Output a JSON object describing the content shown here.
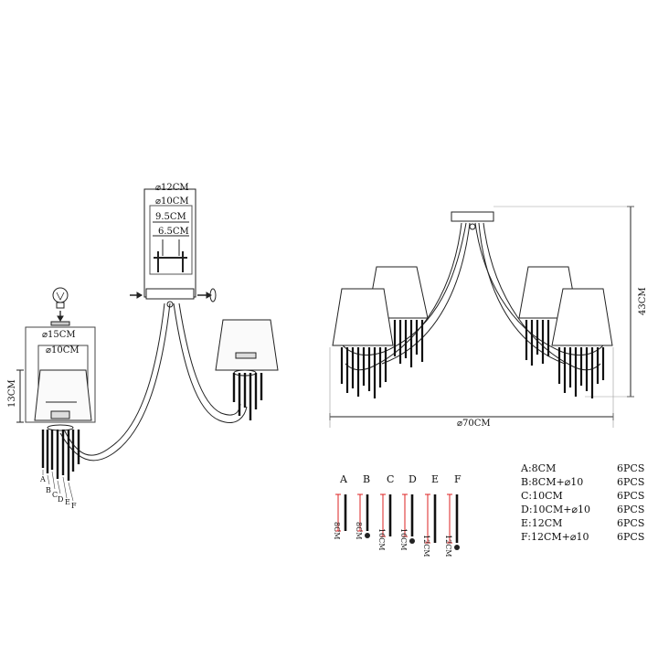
{
  "side_view": {
    "canopy_dims": [
      "⌀12CM",
      "⌀10CM",
      "9.5CM",
      "6.5CM"
    ],
    "shade_dims": [
      "⌀15CM",
      "⌀10CM"
    ],
    "shade_height": "13CM",
    "drop_letters": [
      "A",
      "B",
      "C",
      "D",
      "E",
      "F"
    ]
  },
  "front_view": {
    "width": "⌀70CM",
    "height": "43CM"
  },
  "crystals": [
    {
      "letter": "A",
      "size": "8CM"
    },
    {
      "letter": "B",
      "size": "8CM"
    },
    {
      "letter": "C",
      "size": "10CM"
    },
    {
      "letter": "D",
      "size": "10CM"
    },
    {
      "letter": "E",
      "size": "12CM"
    },
    {
      "letter": "F",
      "size": "12CM"
    }
  ],
  "parts_list": [
    {
      "spec": "A:8CM",
      "qty": "6PCS"
    },
    {
      "spec": "B:8CM+⌀10",
      "qty": "6PCS"
    },
    {
      "spec": "C:10CM",
      "qty": "6PCS"
    },
    {
      "spec": "D:10CM+⌀10",
      "qty": "6PCS"
    },
    {
      "spec": "E:12CM",
      "qty": "6PCS"
    },
    {
      "spec": "F:12CM+⌀10",
      "qty": "6PCS"
    }
  ]
}
